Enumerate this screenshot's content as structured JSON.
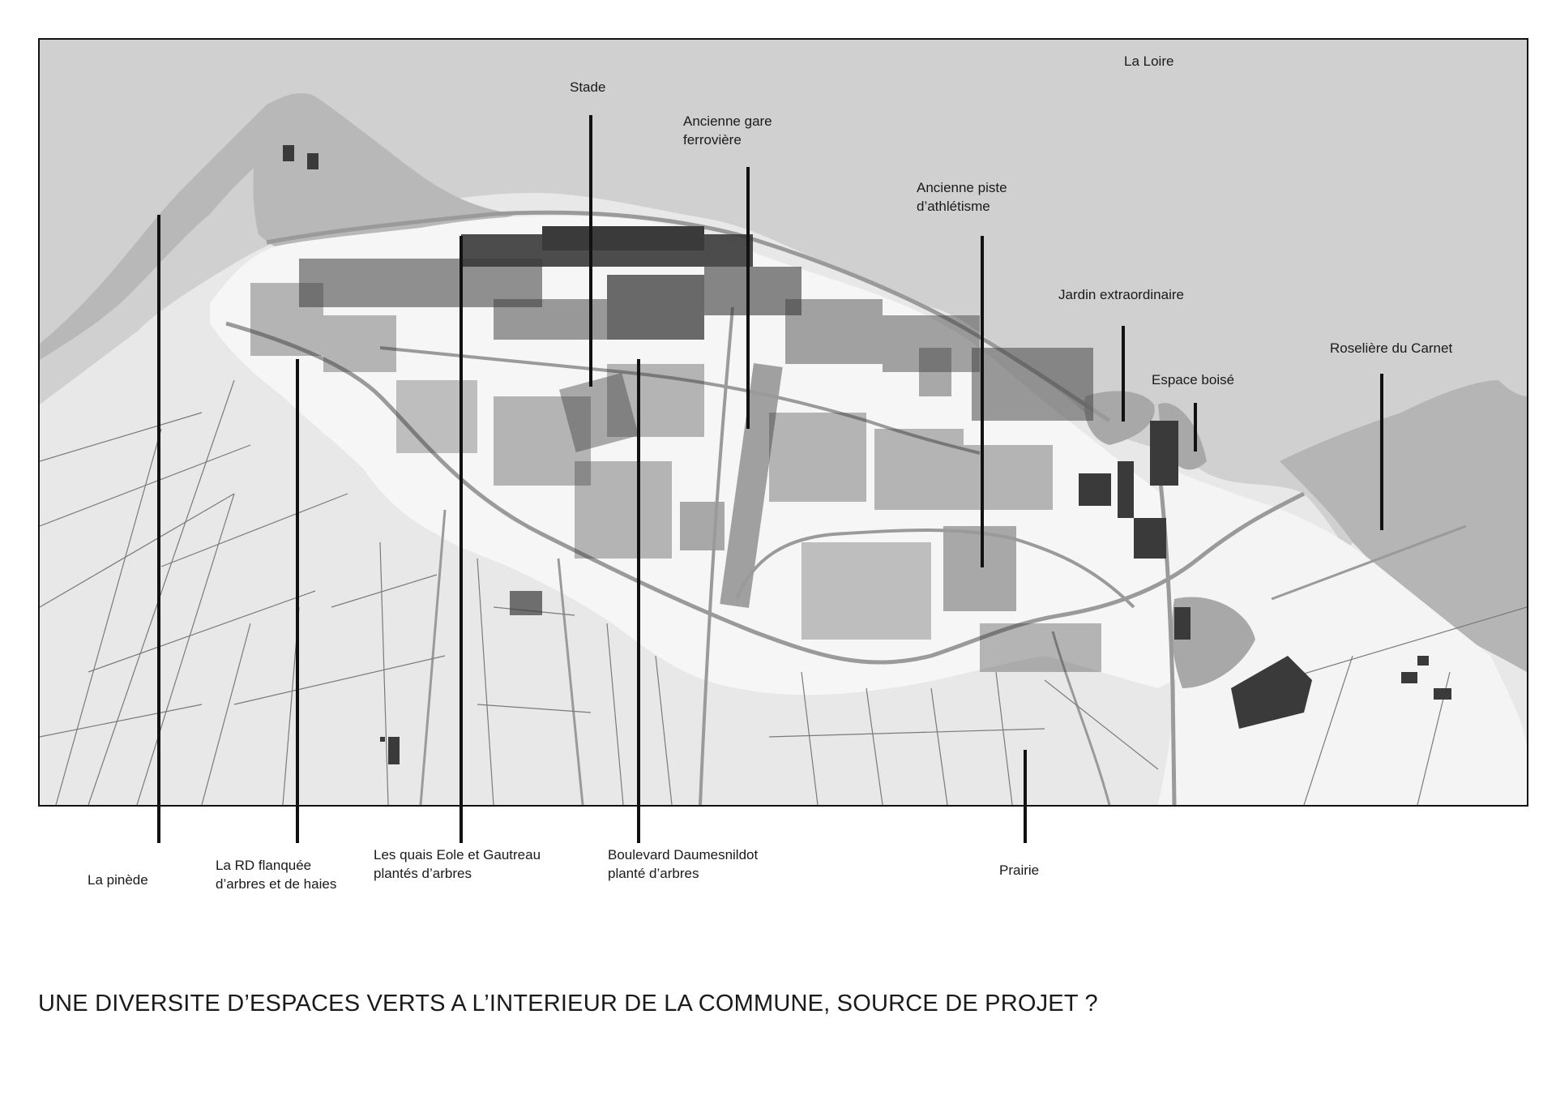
{
  "map": {
    "labels": {
      "la_loire": "La Loire",
      "stade": "Stade",
      "ancienne_gare_l1": "Ancienne gare",
      "ancienne_gare_l2": "ferrovière",
      "ancienne_piste_l1": "Ancienne piste",
      "ancienne_piste_l2": "d’athlétisme",
      "jardin": "Jardin extraordinaire",
      "espace_boise": "Espace boisé",
      "roseliere": "Roselière du Carnet",
      "la_pinede": "La pinède",
      "la_rd_l1": "La RD flanquée",
      "la_rd_l2": "d’arbres et de haies",
      "quais_l1": "Les quais Eole et Gautreau",
      "quais_l2": "plantés d’arbres",
      "boulevard_l1": "Boulevard Daumesnildot",
      "boulevard_l2": "planté d’arbres",
      "prairie": "Prairie"
    },
    "colors": {
      "water": "#c9c9c9",
      "land": "#e8e8e8",
      "town": "#f7f7f7",
      "green_space": "#a6a6a6",
      "buildings": "#3a3a3a",
      "roads": "#9a9a9a"
    }
  },
  "title": "UNE DIVERSITE D’ESPACES VERTS A L’INTERIEUR DE LA COMMUNE, SOURCE DE PROJET ?"
}
